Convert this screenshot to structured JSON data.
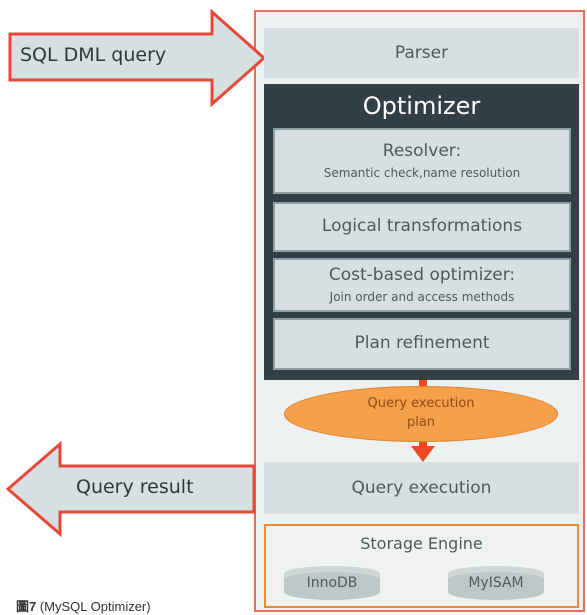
{
  "input_arrow": {
    "label": "SQL  DML query"
  },
  "parser": {
    "label": "Parser"
  },
  "optimizer": {
    "title": "Optimizer",
    "stages": [
      {
        "title": "Resolver:",
        "subtitle": "Semantic check,name resolution"
      },
      {
        "title": "Logical transformations",
        "subtitle": ""
      },
      {
        "title": "Cost-based optimizer:",
        "subtitle": "Join order and access methods"
      },
      {
        "title": "Plan refinement",
        "subtitle": ""
      }
    ]
  },
  "plan": {
    "line1": "Query execution",
    "line2": "plan"
  },
  "execution": {
    "label": "Query execution"
  },
  "output_arrow": {
    "label": "Query result"
  },
  "storage": {
    "title": "Storage Engine",
    "engines": [
      "InnoDB",
      "MyISAM"
    ]
  },
  "caption": {
    "prefix": "圖7",
    "text": " (MySQL Optimizer)"
  },
  "colors": {
    "arrow_fill": "#d6e0e0",
    "arrow_border": "#e8473a",
    "frame_border": "#e96c5e",
    "optimizer_bg": "#323f47",
    "plan_fill": "#f5a04a",
    "flow_arrow": "#ec4a21",
    "storage_border": "#ef8a2d"
  }
}
